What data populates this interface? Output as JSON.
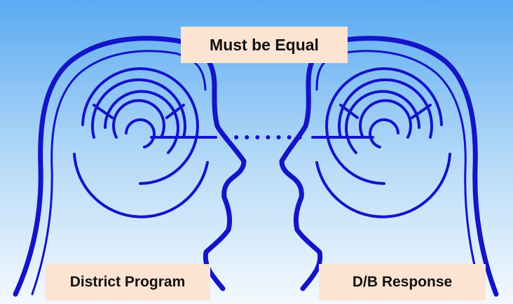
{
  "labels": {
    "top": "Must be Equal",
    "left": "District Program",
    "right": "D/B Response"
  },
  "colors": {
    "sky_top": "#5aaaf2",
    "sky_bottom": "#f4f9fe",
    "outline": "#1414c8",
    "label_background": "#fde4d2"
  }
}
